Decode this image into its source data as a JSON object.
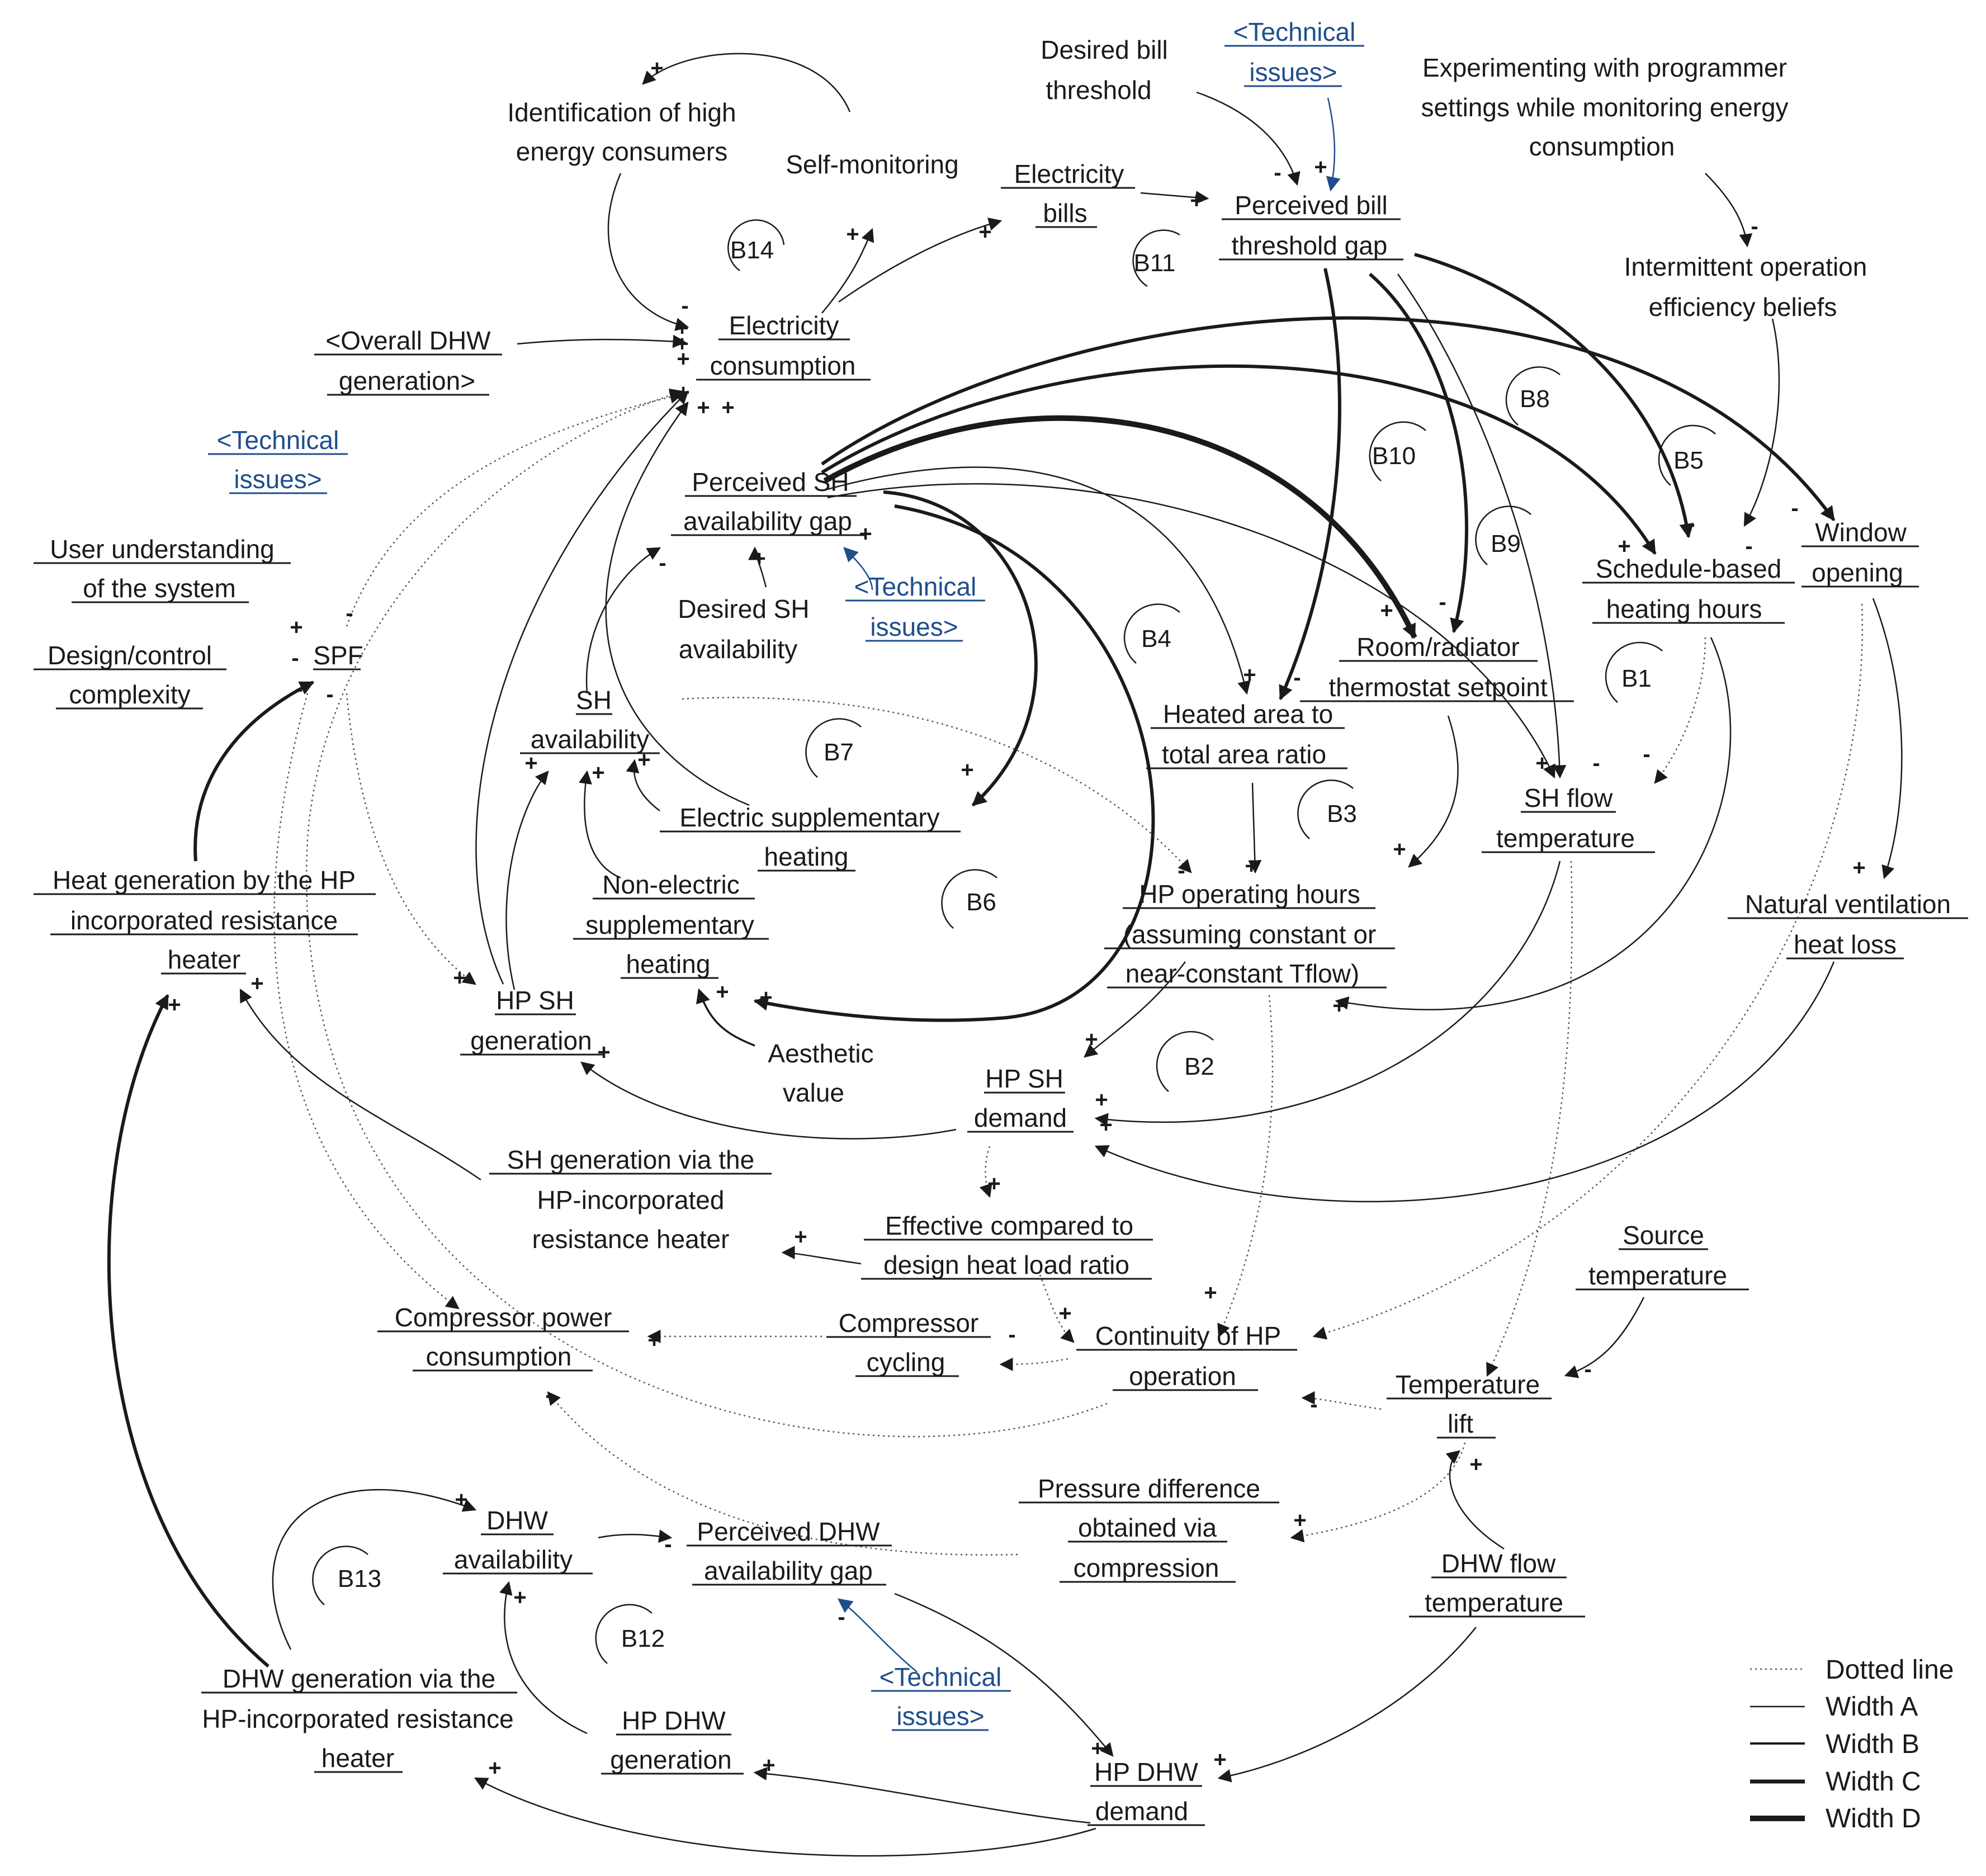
{
  "nodes": {
    "desired_bill_threshold": [
      "Desired bill",
      "threshold"
    ],
    "technical_issues": [
      "<Technical",
      "issues>"
    ],
    "experimenting": [
      "Experimenting with programmer",
      "settings while monitoring energy",
      "consumption"
    ],
    "identification": [
      "Identification of high",
      "energy consumers"
    ],
    "self_monitoring": [
      "Self-monitoring"
    ],
    "electricity_bills": [
      "Electricity",
      "bills"
    ],
    "perceived_bill_gap": [
      "Perceived bill",
      "threshold gap"
    ],
    "intermittent_beliefs": [
      "Intermittent operation",
      "efficiency beliefs"
    ],
    "overall_dhw": [
      "<Overall DHW",
      "generation>"
    ],
    "electricity_consumption": [
      "Electricity",
      "consumption"
    ],
    "perceived_sh_gap": [
      "Perceived SH",
      "availability gap"
    ],
    "user_understanding": [
      "User understanding",
      "of the system"
    ],
    "design_complexity": [
      "Design/control",
      "complexity"
    ],
    "spf": [
      "SPF"
    ],
    "desired_sh": [
      "Desired SH",
      "availability"
    ],
    "window_opening": [
      "Window",
      "opening"
    ],
    "schedule_hours": [
      "Schedule-based",
      "heating hours"
    ],
    "room_setpoint": [
      "Room/radiator",
      "thermostat setpoint"
    ],
    "heated_area": [
      "Heated area to",
      "total area ratio"
    ],
    "sh_availability": [
      "SH",
      "availability"
    ],
    "electric_supp": [
      "Electric supplementary",
      "heating"
    ],
    "sh_flow_temp": [
      "SH flow",
      "temperature"
    ],
    "hp_operating_hours": [
      "HP operating hours",
      "(assuming constant or",
      "near-constant Tflow)"
    ],
    "natural_vent": [
      "Natural ventilation",
      "heat loss"
    ],
    "heat_gen_resistance": [
      "Heat generation by the HP",
      "incorporated resistance",
      "heater"
    ],
    "non_electric_supp": [
      "Non-electric",
      "supplementary",
      "heating"
    ],
    "hp_sh_generation": [
      "HP SH",
      "generation"
    ],
    "aesthetic": [
      "Aesthetic",
      "value"
    ],
    "hp_sh_demand": [
      "HP SH",
      "demand"
    ],
    "sh_gen_resistance": [
      "SH generation via the",
      "HP-incorporated",
      "resistance heater"
    ],
    "effective_ratio": [
      "Effective compared to",
      "design heat load ratio"
    ],
    "source_temp": [
      "Source",
      "temperature"
    ],
    "compressor_power": [
      "Compressor power",
      "consumption"
    ],
    "compressor_cycling": [
      "Compressor",
      "cycling"
    ],
    "continuity": [
      "Continuity of HP",
      "operation"
    ],
    "temperature_lift": [
      "Temperature",
      "lift"
    ],
    "pressure_diff": [
      "Pressure difference",
      "obtained via",
      "compression"
    ],
    "dhw_availability": [
      "DHW",
      "availability"
    ],
    "perceived_dhw_gap": [
      "Perceived DHW",
      "availability gap"
    ],
    "dhw_flow_temp": [
      "DHW flow",
      "temperature"
    ],
    "dhw_gen_resistance": [
      "DHW generation via the",
      "HP-incorporated resistance",
      "heater"
    ],
    "hp_dhw_generation": [
      "HP DHW",
      "generation"
    ],
    "hp_dhw_demand": [
      "HP DHW",
      "demand"
    ]
  },
  "loops": [
    "B14",
    "B11",
    "B8",
    "B10",
    "B5",
    "B9",
    "B4",
    "B1",
    "B7",
    "B3",
    "B6",
    "B2",
    "B13",
    "B12"
  ],
  "polarity": {
    "plus": "+",
    "minus": "-"
  },
  "legend": [
    {
      "label": "Dotted line",
      "style": "dotted"
    },
    {
      "label": "Width A",
      "style": "A"
    },
    {
      "label": "Width B",
      "style": "B"
    },
    {
      "label": "Width C",
      "style": "C"
    },
    {
      "label": "Width D",
      "style": "D"
    }
  ],
  "colors": {
    "ink": "#1a1a1a",
    "ghost_variable": "#1f4e8c",
    "background": "#ffffff"
  }
}
